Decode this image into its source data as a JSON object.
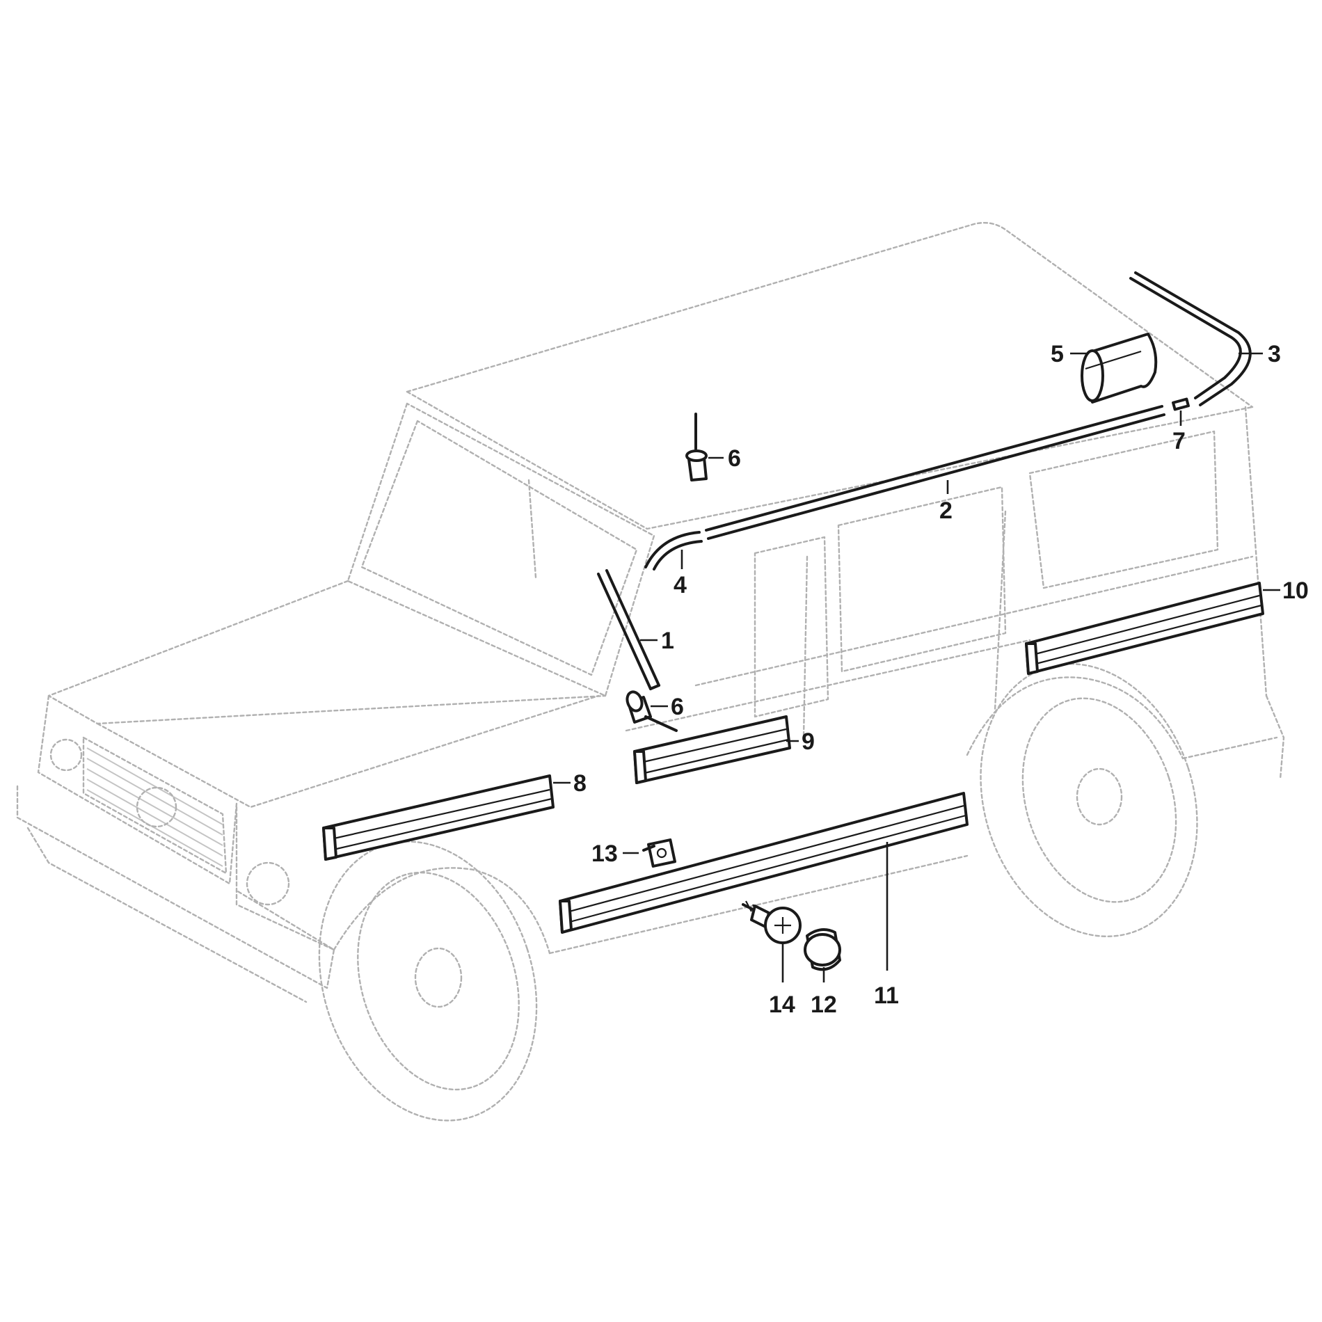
{
  "callouts": {
    "c1": "1",
    "c2": "2",
    "c3": "3",
    "c4": "4",
    "c5": "5",
    "c6a": "6",
    "c6b": "6",
    "c7": "7",
    "c8": "8",
    "c9": "9",
    "c10": "10",
    "c11": "11",
    "c12": "12",
    "c13": "13",
    "c14": "14"
  }
}
